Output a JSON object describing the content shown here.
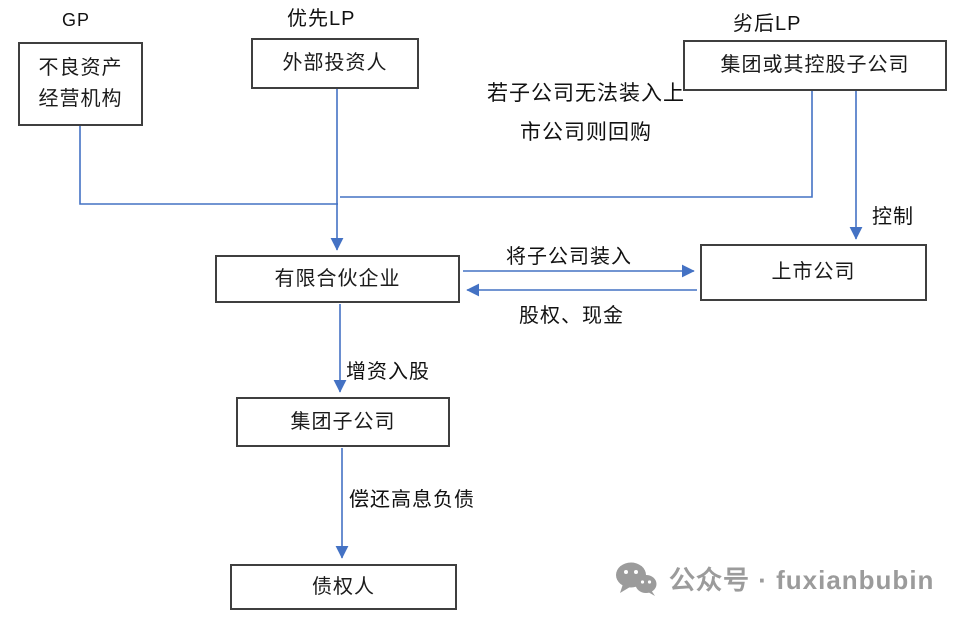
{
  "diagram": {
    "labels": {
      "gp": "GP",
      "senior_lp": "优先LP",
      "junior_lp": "劣后LP",
      "note_line1": "若子公司无法装入上",
      "note_line2": "市公司则回购",
      "control": "控制",
      "inject": "将子公司装入",
      "equity_cash": "股权、现金",
      "capital_increase": "增资入股",
      "repay_debt": "偿还高息负债"
    },
    "boxes": {
      "npa_line1": "不良资产",
      "npa_line2": "经营机构",
      "external_investor": "外部投资人",
      "group_holding": "集团或其控股子公司",
      "limited_partnership": "有限合伙企业",
      "listed_company": "上市公司",
      "group_subsidiary": "集团子公司",
      "creditor": "债权人"
    },
    "colors": {
      "arrow": "#4472C4",
      "box_border": "#3f3f3f",
      "watermark": "#9b9b9b"
    }
  },
  "watermark": {
    "text": "公众号 · fuxianbubin"
  }
}
